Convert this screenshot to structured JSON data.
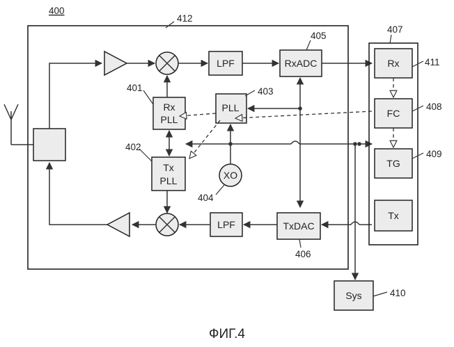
{
  "figure_number": "400",
  "caption": "ФИГ.4",
  "blocks": {
    "lpf_rx": "LPF",
    "rxadc": "RxADC",
    "rx_pll": [
      "Rx",
      "PLL"
    ],
    "pll": "PLL",
    "tx_pll": [
      "Tx",
      "PLL"
    ],
    "xo": "XO",
    "lpf_tx": "LPF",
    "txdac": "TxDAC",
    "rx": "Rx",
    "fc": "FC",
    "tg": "TG",
    "tx": "Tx",
    "sys": "Sys"
  },
  "refs": {
    "r401": "401",
    "r402": "402",
    "r403": "403",
    "r404": "404",
    "r405": "405",
    "r406": "406",
    "r407": "407",
    "r408": "408",
    "r409": "409",
    "r410": "410",
    "r411": "411",
    "r412": "412"
  }
}
